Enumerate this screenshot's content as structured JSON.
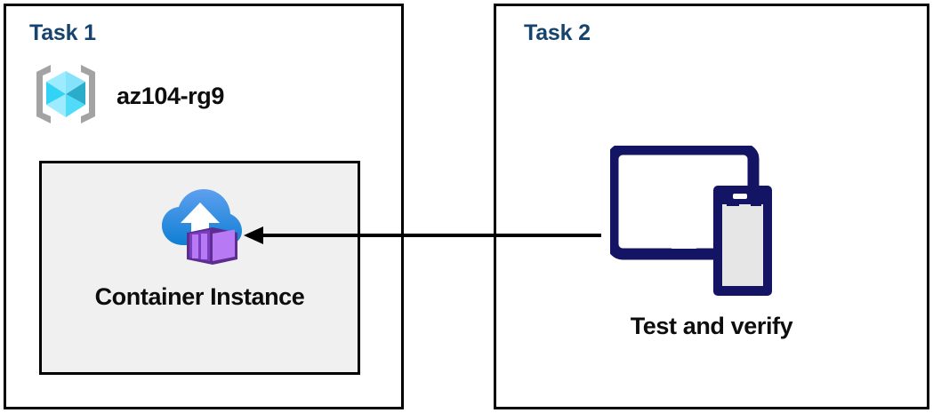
{
  "diagram": {
    "title": "Azure Container Instance task diagram",
    "background_color": "#ffffff",
    "panels": [
      {
        "id": "task1",
        "title": "Task 1",
        "title_color": "#17446E",
        "border_color": "#000000",
        "resource_group": {
          "icon": "azure-resource-group-icon",
          "label": "az104-rg9"
        },
        "inner_box": {
          "background_color": "#F0F0F0",
          "border_color": "#000000",
          "icon": "azure-container-instance-icon",
          "label": "Container Instance"
        }
      },
      {
        "id": "task2",
        "title": "Task 2",
        "title_color": "#17446E",
        "border_color": "#000000",
        "device": {
          "icon": "tablet-and-phone-icon",
          "icon_color": "#141464",
          "label": "Test and verify"
        }
      }
    ],
    "connector": {
      "type": "arrow",
      "direction": "right-to-left",
      "from": "Test and verify",
      "to": "Container Instance",
      "color": "#000000"
    },
    "icon_colors": {
      "resource_group_cube_light": "#9CEBFF",
      "resource_group_cube_mid": "#32D4F5",
      "resource_group_cube_dark": "#2BACC9",
      "resource_group_bracket": "#A3A3A3",
      "container_cloud_top": "#5EA0EF",
      "container_cloud_bottom": "#0F7FD4",
      "container_box_light": "#B77AF4",
      "container_box_dark": "#5E2D91",
      "device_navy": "#141464",
      "device_screen_gray": "#E6E6E6"
    }
  }
}
